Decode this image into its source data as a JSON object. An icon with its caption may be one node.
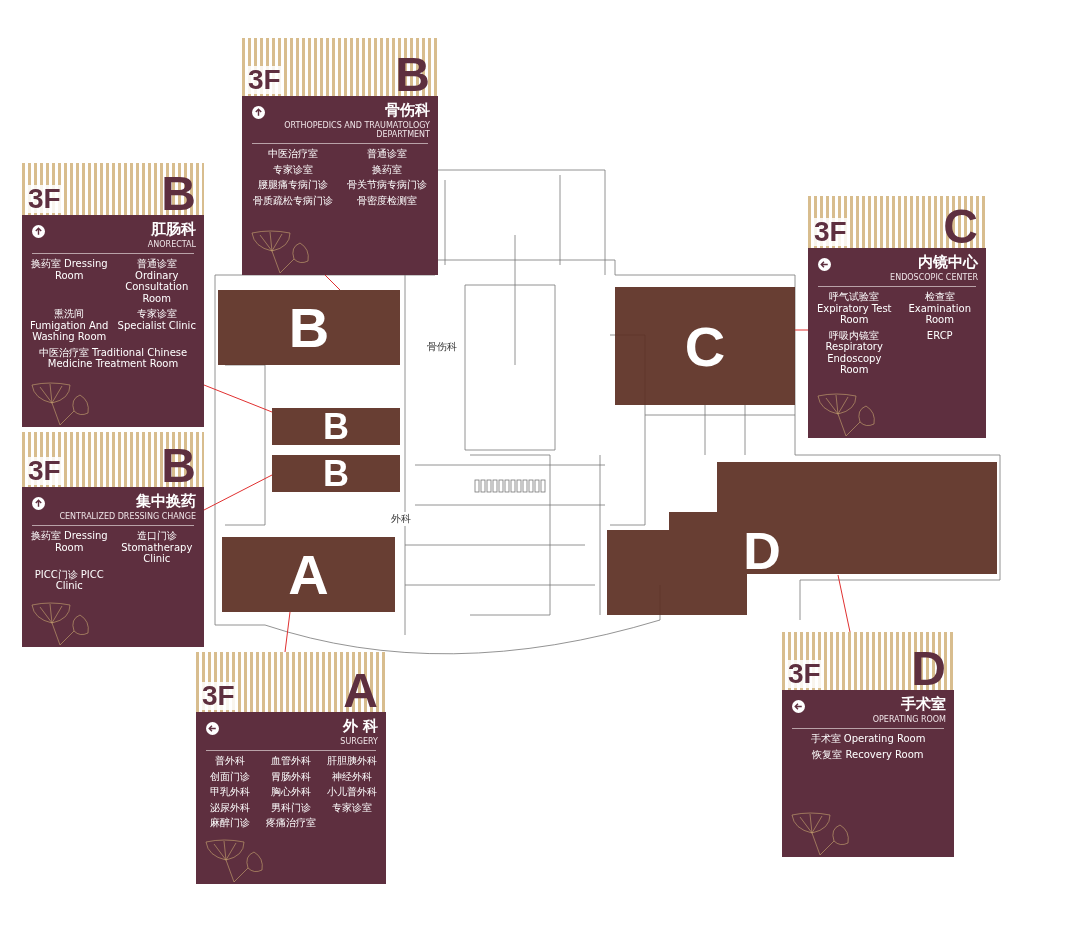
{
  "diagram": {
    "nodes": [
      {
        "text": [
          "3F",
          "B",
          "骨伤科",
          "ORTHOPEDICS AND TRAUMATOLOGY DEPARTMENT",
          "中医治疗室",
          "普通诊室",
          "专家诊室",
          "换药室",
          "腰腿痛专病门诊",
          "骨关节病专病门诊",
          "骨质疏松专病门诊",
          "骨密度检测室"
        ]
      },
      {
        "text": [
          "3F",
          "B",
          "肛肠科",
          "ANORECTAL",
          "换药室 Dressing Room",
          "普通诊室 Ordinary Consultation Room",
          "熏洗间 Fumigation And Washing Room",
          "专家诊室 Specialist Clinic",
          "中医治疗室 Traditional Chinese Medicine Treatment Room"
        ]
      },
      {
        "text": [
          "3F",
          "B",
          "集中换药",
          "CENTRALIZED DRESSING CHANGE",
          "换药室 Dressing Room",
          "造口门诊 Stomatherapy Clinic",
          "PICC门诊 PICC Clinic"
        ]
      },
      {
        "text": [
          "3F",
          "A",
          "外 科",
          "SURGERY",
          "普外科",
          "血管外科",
          "肝胆胰外科",
          "创面门诊",
          "胃肠外科",
          "神经外科",
          "甲乳外科",
          "胸心外科",
          "小儿普外科",
          "泌尿外科",
          "男科门诊",
          "专家诊室",
          "麻醉门诊",
          "疼痛治疗室"
        ]
      },
      {
        "text": [
          "3F",
          "C",
          "内镜中心",
          "ENDOSCOPIC CENTER",
          "呼气试验室 Expiratory Test Room",
          "检查室 Examination Room",
          "呼吸内镜室 Respiratory Endoscopy Room",
          "ERCP"
        ]
      },
      {
        "text": [
          "3F",
          "D",
          "手术室",
          "OPERATING ROOM",
          "手术室 Operating Room",
          "恢复室 Recovery Room"
        ]
      },
      {
        "text": [
          "B"
        ]
      },
      {
        "text": [
          "B"
        ]
      },
      {
        "text": [
          "B"
        ]
      },
      {
        "text": [
          "A"
        ]
      },
      {
        "text": [
          "C"
        ]
      },
      {
        "text": [
          "D"
        ]
      }
    ],
    "edges": [
      {
        "from": 0,
        "to": 6,
        "arrow": "none"
      },
      {
        "from": 1,
        "to": 7,
        "arrow": "none"
      },
      {
        "from": 2,
        "to": 8,
        "arrow": "none"
      },
      {
        "from": 3,
        "to": 9,
        "arrow": "none"
      },
      {
        "from": 4,
        "to": 10,
        "arrow": "none"
      },
      {
        "from": 5,
        "to": 11,
        "arrow": "none"
      }
    ],
    "labels": [
      "骨伤科",
      "外科"
    ]
  }
}
